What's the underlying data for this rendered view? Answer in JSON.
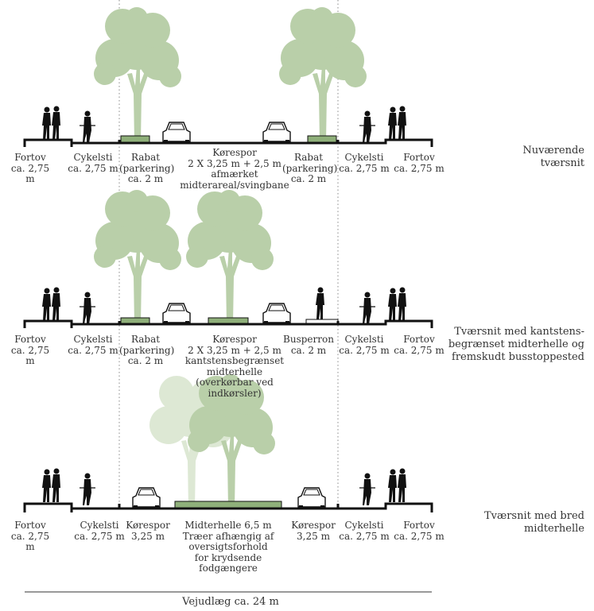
{
  "sections": [
    {
      "caption": "Nuværende\ntværsnit",
      "labels": {
        "fortov_left": "Fortov\nca. 2,75 m",
        "cykelsti_left": "Cykelsti\nca. 2,75 m",
        "rabat_left": "Rabat\n(parkering)\nca. 2 m",
        "korespor": "Kørespor\n2 X 3,25 m + 2,5 m\nafmærket\nmidterareal/svingbane",
        "rabat_right": "Rabat\n(parkering)\nca. 2 m",
        "cykelsti_right": "Cykelsti\nca. 2,75 m",
        "fortov_right": "Fortov\nca. 2,75 m"
      }
    },
    {
      "caption": "Tværsnit med kantstens-\nbegrænset midterhelle og\nfremskudt busstoppested",
      "labels": {
        "fortov_left": "Fortov\nca. 2,75 m",
        "cykelsti_left": "Cykelsti\nca. 2,75 m",
        "rabat_left": "Rabat\n(parkering)\nca. 2 m",
        "korespor": "Kørespor\n2 X 3,25 m + 2,5 m\nkantstensbegrænset\nmidterhelle\n(overkørbar ved\nindkørsler)",
        "busperron": "Busperron\nca. 2 m",
        "cykelsti_right": "Cykelsti\nca. 2,75 m",
        "fortov_right": "Fortov\nca. 2,75 m"
      }
    },
    {
      "caption": "Tværsnit med bred\nmidterhelle",
      "labels": {
        "fortov_left": "Fortov\nca. 2,75 m",
        "cykelsti_left": "Cykelsti\nca. 2,75 m",
        "korespor_left": "Kørespor\n3,25 m",
        "midterhelle": "Midterhelle 6,5 m\nTræer afhængig af\noversigtsforhold\nfor krydsende\nfodgængere",
        "korespor_right": "Kørespor\n3,25 m",
        "cykelsti_right": "Cykelsti\nca. 2,75 m",
        "fortov_right": "Fortov\nca. 2,75 m"
      }
    }
  ],
  "total_width_label": "Vejudlæg ca. 24 m",
  "colors": {
    "tree": "#b9cfa9",
    "tree_faded": "#dde8d4",
    "verge": "#8fb07a",
    "line": "#111111",
    "guide": "#888888"
  },
  "icons": [
    "pedestrian-pair-icon",
    "cyclist-icon",
    "car-icon",
    "tree-icon",
    "bus-passenger-icon"
  ]
}
